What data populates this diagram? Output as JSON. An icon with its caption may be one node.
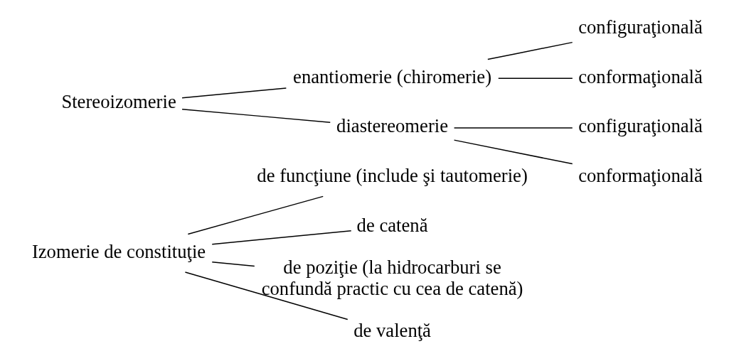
{
  "diagram": {
    "nodes": [
      {
        "text": [
          "Izomerie de constituţie"
        ]
      },
      {
        "text": [
          "de funcţiune (include şi tautomerie)"
        ]
      },
      {
        "text": [
          "de catenă"
        ]
      },
      {
        "text": [
          "de poziţie (la hidrocarburi se confundă practic cu cea de catenă)"
        ]
      },
      {
        "text": [
          "de valenţă"
        ]
      },
      {
        "text": [
          "Stereoizomerie"
        ]
      },
      {
        "text": [
          "enantiomerie (chiromerie)"
        ]
      },
      {
        "text": [
          "configuraţională"
        ]
      },
      {
        "text": [
          "conformaţională"
        ]
      },
      {
        "text": [
          "diastereomerie"
        ]
      },
      {
        "text": [
          "configuraţională"
        ]
      },
      {
        "text": [
          "conformaţională"
        ]
      }
    ],
    "edges": [
      {
        "from": 0,
        "to": 1,
        "arrow": "none"
      },
      {
        "from": 0,
        "to": 2,
        "arrow": "none"
      },
      {
        "from": 0,
        "to": 3,
        "arrow": "none"
      },
      {
        "from": 0,
        "to": 4,
        "arrow": "none"
      },
      {
        "from": 5,
        "to": 6,
        "arrow": "none"
      },
      {
        "from": 5,
        "to": 9,
        "arrow": "none"
      },
      {
        "from": 6,
        "to": 7,
        "arrow": "none"
      },
      {
        "from": 6,
        "to": 8,
        "arrow": "none"
      },
      {
        "from": 9,
        "to": 10,
        "arrow": "none"
      },
      {
        "from": 9,
        "to": 11,
        "arrow": "none"
      }
    ]
  }
}
